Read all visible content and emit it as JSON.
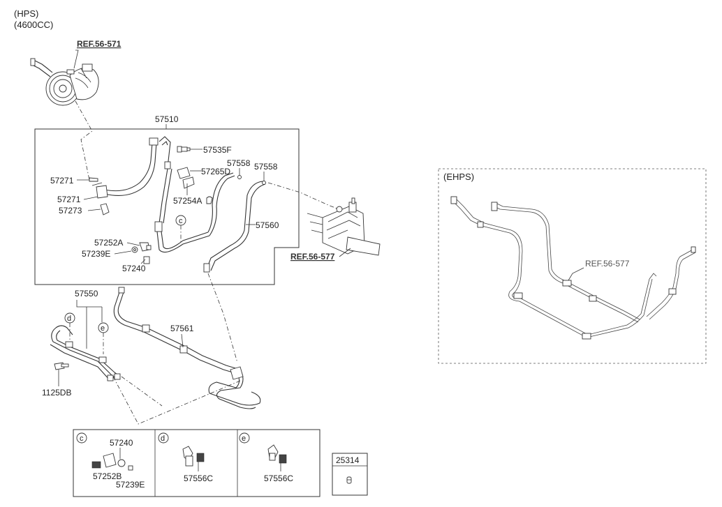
{
  "header": {
    "line1": "(HPS)",
    "line2": "(4600CC)"
  },
  "refs": {
    "pump": "REF.56-571",
    "gear": "REF.56-577",
    "ehps": "REF.56-577"
  },
  "ehps_label": "(EHPS)",
  "labels": {
    "p57510": "57510",
    "p57535F": "57535F",
    "p57265D": "57265D",
    "p57558a": "57558",
    "p57558b": "57558",
    "p57271a": "57271",
    "p57271b": "57271",
    "p57273": "57273",
    "p57254A": "57254A",
    "p57560": "57560",
    "p57252A": "57252A",
    "p57239E": "57239E",
    "p57240": "57240",
    "p57550": "57550",
    "p57561": "57561",
    "p1125DB": "1125DB"
  },
  "callouts": {
    "c": "c",
    "d": "d",
    "e": "e"
  },
  "detail_table": {
    "c": {
      "key": "c",
      "parts": [
        "57240",
        "57252B",
        "57239E"
      ]
    },
    "d": {
      "key": "d",
      "parts": [
        "57556C"
      ]
    },
    "e": {
      "key": "e",
      "parts": [
        "57556C"
      ]
    }
  },
  "extra_part": {
    "number": "25314"
  }
}
